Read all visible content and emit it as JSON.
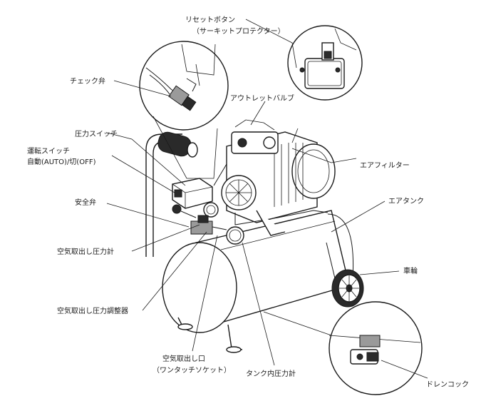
{
  "labels": {
    "reset_button": "リセットボタン",
    "circuit_protector": "（サーキットプロテクター）",
    "check_valve": "チェック弁",
    "outlet_valve": "アウトレットバルブ",
    "pressure_switch": "圧力スイッチ",
    "run_switch": "運転スイッチ",
    "auto_off": "自動(AUTO)/切(OFF)",
    "air_filter": "エアフィルター",
    "air_tank": "エアタンク",
    "safety_valve": "安全弁",
    "outlet_gauge": "空気取出し圧力計",
    "wheel": "車輪",
    "regulator": "空気取出し圧力調整器",
    "air_outlet": "空気取出し口",
    "one_touch_socket": "（ワンタッチソケット）",
    "tank_gauge": "タンク内圧力計",
    "drain_cock": "ドレンコック"
  }
}
